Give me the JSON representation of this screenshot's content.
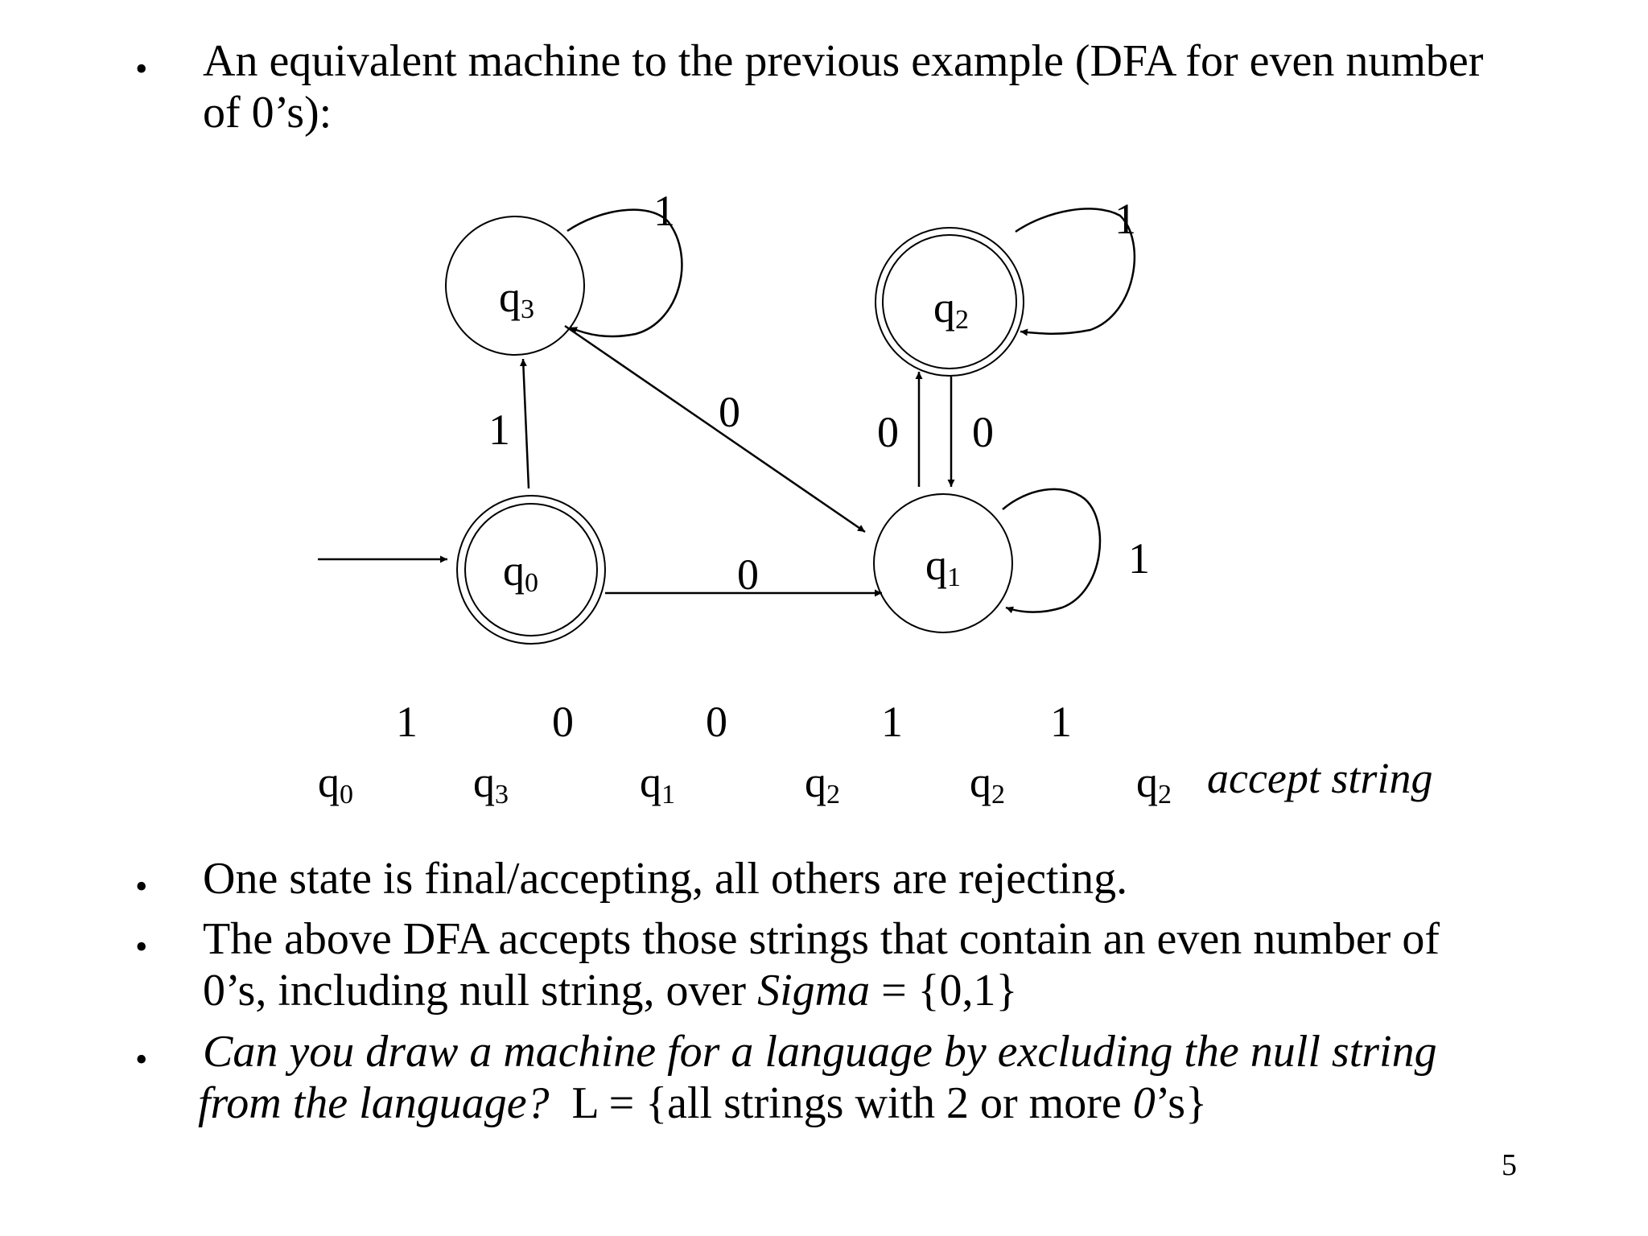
{
  "bullets": {
    "intro": {
      "line1": "An equivalent machine to the previous example (DFA for even number",
      "line2": "of 0’s):"
    },
    "b2": "One state is final/accepting, all others are rejecting.",
    "b3": {
      "line1": "The above DFA accepts those strings that contain an even number of",
      "line2_pre": "0’s, including null string, over ",
      "sigma": "Sigma",
      "line2_post": " = {0,1}"
    },
    "b4": {
      "line1": "Can you draw a machine for a language by excluding the null string",
      "line2_italic": "from the language?",
      "line2_mid": "  L = {all strings with 2 or more ",
      "zero": "0",
      "line2_end": "’s}"
    }
  },
  "diagram": {
    "states": [
      {
        "id": "q0",
        "base": "q",
        "sub": "0",
        "accepting": true,
        "initial": true
      },
      {
        "id": "q1",
        "base": "q",
        "sub": "1",
        "accepting": false
      },
      {
        "id": "q2",
        "base": "q",
        "sub": "2",
        "accepting": true
      },
      {
        "id": "q3",
        "base": "q",
        "sub": "3",
        "accepting": false
      }
    ],
    "transitions": [
      {
        "from": "q0",
        "to": "q3",
        "label": "1"
      },
      {
        "from": "q0",
        "to": "q1",
        "label": "0"
      },
      {
        "from": "q3",
        "to": "q3",
        "label": "1"
      },
      {
        "from": "q3",
        "to": "q1",
        "label": "0"
      },
      {
        "from": "q1",
        "to": "q2",
        "label": "0"
      },
      {
        "from": "q2",
        "to": "q1",
        "label": "0"
      },
      {
        "from": "q2",
        "to": "q2",
        "label": "1"
      },
      {
        "from": "q1",
        "to": "q1",
        "label": "1"
      }
    ]
  },
  "trace": {
    "inputs": [
      "1",
      "0",
      "0",
      "1",
      "1"
    ],
    "states": [
      {
        "base": "q",
        "sub": "0"
      },
      {
        "base": "q",
        "sub": "3"
      },
      {
        "base": "q",
        "sub": "1"
      },
      {
        "base": "q",
        "sub": "2"
      },
      {
        "base": "q",
        "sub": "2"
      },
      {
        "base": "q",
        "sub": "2"
      }
    ],
    "result": "accept string"
  },
  "page_number": "5"
}
